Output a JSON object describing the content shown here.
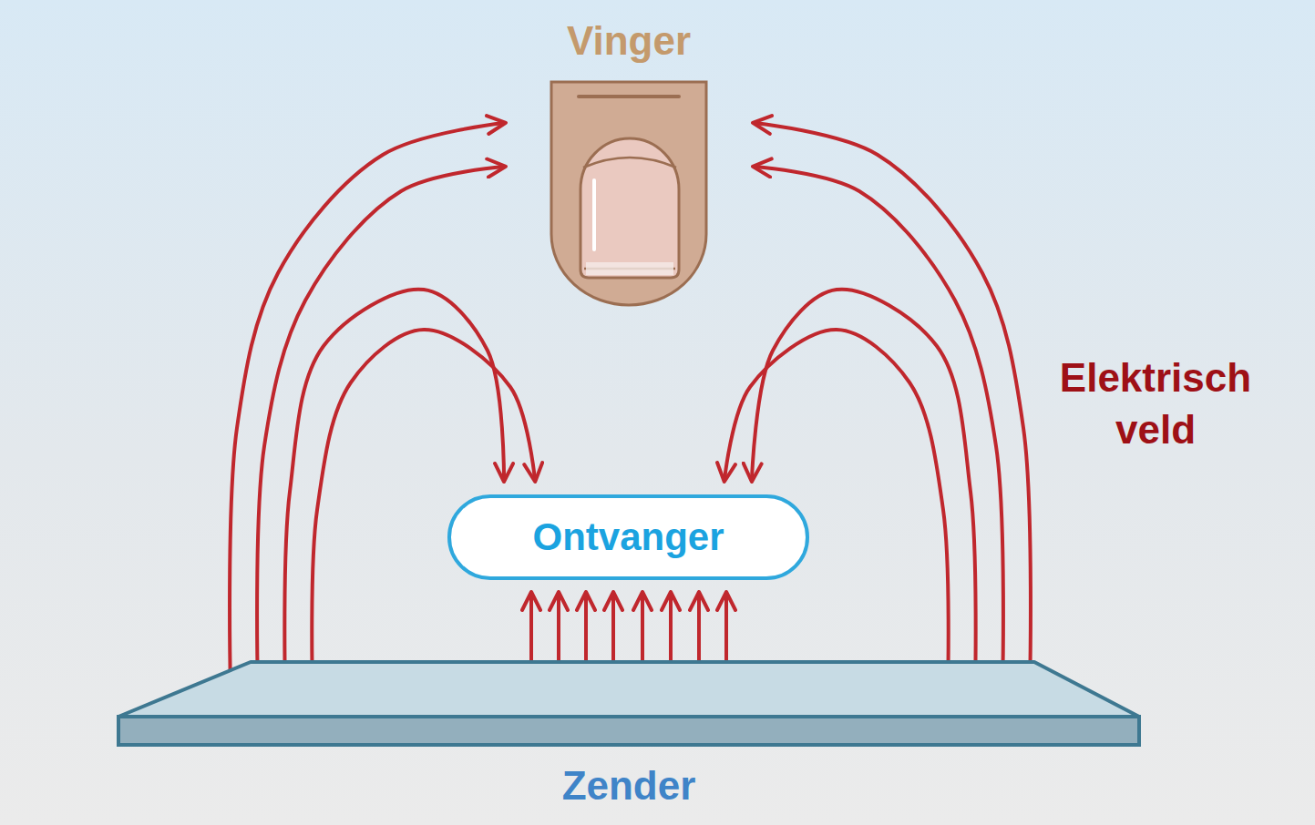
{
  "diagram": {
    "nodes": [
      {
        "text": [
          "Vinger"
        ]
      },
      {
        "text": [
          "Ontvanger"
        ]
      },
      {
        "text": [
          "Zender"
        ]
      }
    ],
    "edges": [
      {
        "from": 2,
        "to": 0,
        "arrow": "to"
      },
      {
        "from": 2,
        "to": 0,
        "arrow": "to"
      },
      {
        "from": 2,
        "to": 0,
        "arrow": "to"
      },
      {
        "from": 2,
        "to": 0,
        "arrow": "to"
      },
      {
        "from": 2,
        "to": 1,
        "arrow": "to"
      },
      {
        "from": 2,
        "to": 1,
        "arrow": "to"
      },
      {
        "from": 2,
        "to": 1,
        "arrow": "to"
      },
      {
        "from": 2,
        "to": 1,
        "arrow": "to"
      },
      {
        "from": 2,
        "to": 1,
        "arrow": "to"
      },
      {
        "from": 2,
        "to": 1,
        "arrow": "to"
      },
      {
        "from": 2,
        "to": 1,
        "arrow": "to"
      },
      {
        "from": 2,
        "to": 1,
        "arrow": "to"
      },
      {
        "from": 2,
        "to": 1,
        "arrow": "to"
      },
      {
        "from": 2,
        "to": 1,
        "arrow": "to"
      },
      {
        "from": 2,
        "to": 1,
        "arrow": "to"
      },
      {
        "from": 2,
        "to": 1,
        "arrow": "to"
      }
    ],
    "labels": [
      "Elektrisch veld"
    ]
  }
}
